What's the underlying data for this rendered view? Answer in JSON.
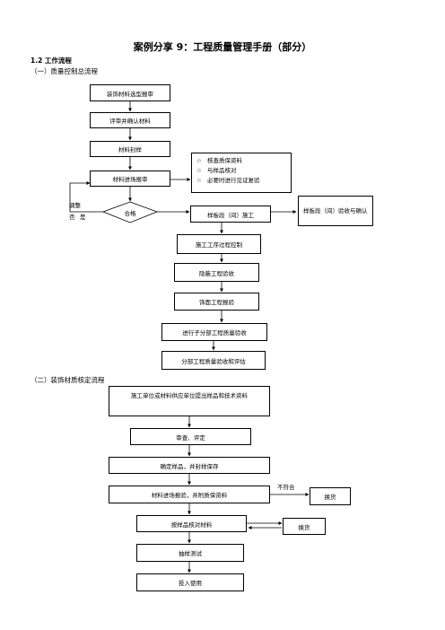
{
  "title": "案例分享 9：工程质量管理手册（部分）",
  "section": "1.2 工作流程",
  "part1": {
    "heading": "（一）质量控制总流程",
    "steps": [
      "装饰材料选型报审",
      "评审并确认材料",
      "材料封样",
      "材料进场报审"
    ],
    "checklist": {
      "bullet": "☆",
      "items": [
        "核查质保资料",
        "与样品核对",
        "必要时进行见证复验"
      ]
    },
    "decision": "合格",
    "adjust": "调整",
    "no_label": "否",
    "yes_label": "是",
    "sample_section": "样板段（间）施工",
    "sample_accept": "样板段（间）验收与确认",
    "flow": [
      "施工工序过程控制",
      "隐蔽工程验收",
      "饰面工程报验",
      "进行子分部工程质量验收",
      "分部工程质量验收和评估"
    ]
  },
  "part2": {
    "heading": "（二）装饰材质核定流程",
    "submit": "施工单位或材料供应单位提出样品和技术资料",
    "review": "审查、评定",
    "confirm": "确定样品，并封样保存",
    "entry": "材料进场报验，并附质保资料",
    "nonconform": "不符合",
    "replace1": "换货",
    "check": "按样品核对材料",
    "replace2": "换货",
    "test": "抽样测试",
    "use": "投入使用"
  }
}
